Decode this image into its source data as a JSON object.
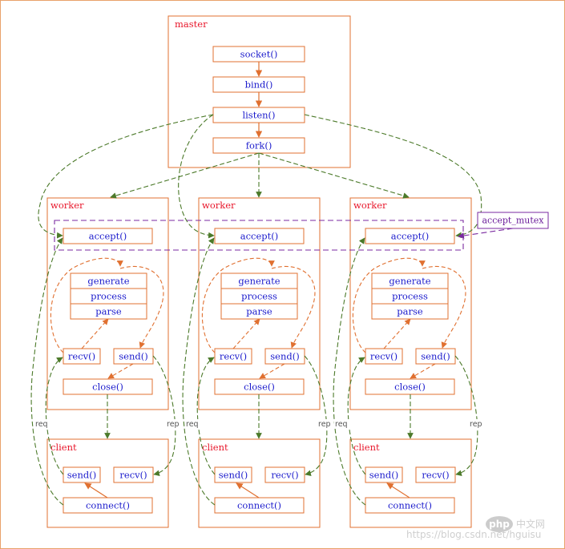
{
  "master": {
    "label": "master",
    "calls": [
      "socket()",
      "bind()",
      "listen()",
      "fork()"
    ]
  },
  "workers": [
    {
      "label": "worker",
      "accept": "accept()",
      "handlers": [
        "generate",
        "process",
        "parse"
      ],
      "recv": "recv()",
      "send": "send()",
      "close": "close()"
    },
    {
      "label": "worker",
      "accept": "accept()",
      "handlers": [
        "generate",
        "process",
        "parse"
      ],
      "recv": "recv()",
      "send": "send()",
      "close": "close()"
    },
    {
      "label": "worker",
      "accept": "accept()",
      "handlers": [
        "generate",
        "process",
        "parse"
      ],
      "recv": "recv()",
      "send": "send()",
      "close": "close()"
    }
  ],
  "clients": [
    {
      "label": "client",
      "send": "send()",
      "recv": "recv()",
      "connect": "connect()",
      "req_label": "req",
      "rep_label": "rep"
    },
    {
      "label": "client",
      "send": "send()",
      "recv": "recv()",
      "connect": "connect()",
      "req_label": "req",
      "rep_label": "rep"
    },
    {
      "label": "client",
      "send": "send()",
      "recv": "recv()",
      "connect": "connect()",
      "req_label": "req",
      "rep_label": "rep"
    }
  ],
  "accept_mutex": {
    "label": "accept_mutex"
  },
  "watermark": {
    "logo": "php",
    "cn": "中文网",
    "url": "https://blog.csdn.net/hguisu"
  },
  "colors": {
    "container": "#e07030",
    "function_text": "#1a1acc",
    "container_label": "#e8172b",
    "accept_flow": "#4c7a2a",
    "mutex": "#7a2aa0"
  }
}
